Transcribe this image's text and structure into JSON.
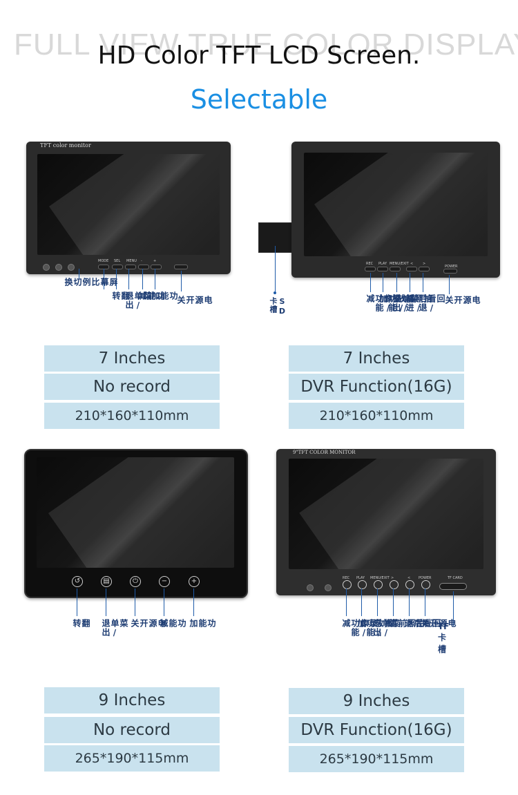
{
  "header": {
    "background_text": "FULL VIEW TRUE COLOR DISPLAY",
    "title": "HD Color TFT LCD Screen.",
    "subtitle": "Selectable"
  },
  "colors": {
    "accent": "#1a8fe3",
    "label_blue": "#1e3d73",
    "spec_bg": "#c9e2ee"
  },
  "products": [
    {
      "brand_tag": "TFT color monitor",
      "button_labels": [
        "MODE",
        "SEL",
        "MENU",
        "-",
        "+"
      ],
      "callouts": [
        "屏幕比例切换",
        "翻转",
        "菜单/退出",
        "功能减",
        "功能加",
        "电源开关"
      ],
      "size": "7 Inches",
      "record": "No record",
      "dimensions": "210*160*110mm"
    },
    {
      "button_labels": [
        "REC",
        "PLAY",
        "MENU/EXIT",
        "<",
        ">",
        "POWER"
      ],
      "callouts": [
        "SD卡槽",
        "录像/功能减",
        "播放/功能加",
        "菜单/推出",
        "拍照/前进",
        "回看/后退",
        "电源开关"
      ],
      "size": "7 Inches",
      "record": "DVR Function(16G)",
      "dimensions": "210*160*110mm"
    },
    {
      "callouts": [
        "翻转",
        "菜单/退出",
        "电源开关",
        "功能减",
        "功能加"
      ],
      "size": "9 Inches",
      "record": "No record",
      "dimensions": "265*190*115mm"
    },
    {
      "brand_tag": "9\"TFT COLOR MONITOR",
      "button_labels": [
        "REC",
        "PLAY",
        "MENU/EXIT",
        ">",
        "<",
        "POWER",
        "TF CARD"
      ],
      "callouts": [
        "录像/功能减",
        "播放/功能加",
        "菜单/退出",
        "拍照前进",
        "回看后退",
        "电源开关",
        "TF卡槽"
      ],
      "size": "9 Inches",
      "record": "DVR Function(16G)",
      "dimensions": "265*190*115mm"
    }
  ]
}
